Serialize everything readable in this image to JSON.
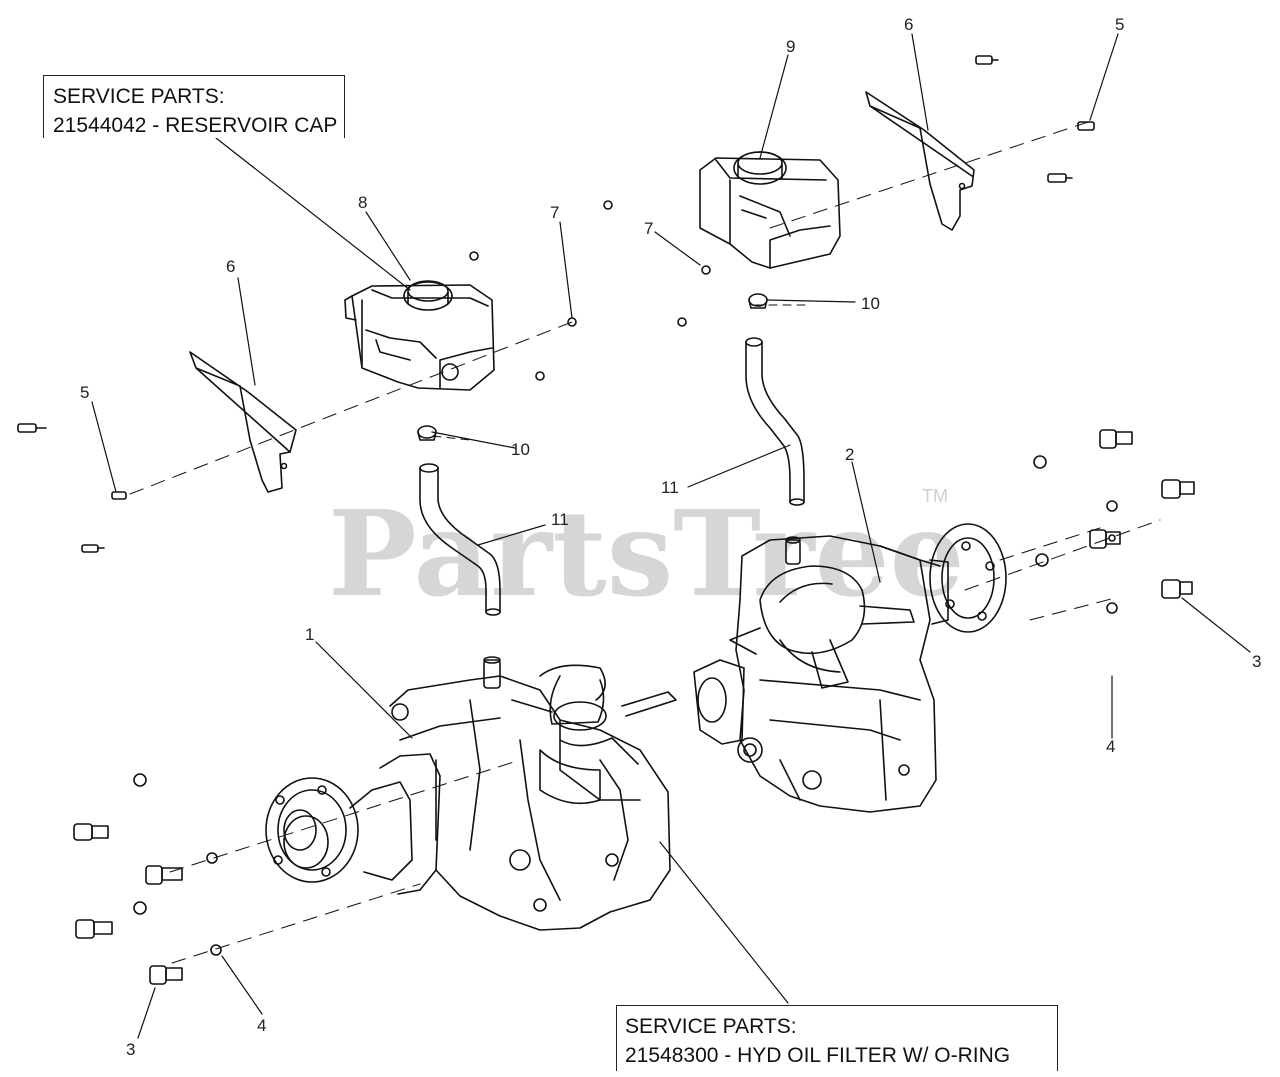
{
  "callouts": {
    "top": {
      "heading": "SERVICE PARTS:",
      "line": "21544042 - RESERVOIR CAP"
    },
    "bottom": {
      "heading": "SERVICE PARTS:",
      "line": "21548300 - HYD OIL FILTER W/ O-RING"
    }
  },
  "watermark": {
    "text": "PartsTree",
    "trademark": "TM"
  },
  "part_labels": {
    "l1": "1",
    "l2": "2",
    "l3a": "3",
    "l3b": "3",
    "l4a": "4",
    "l4b": "4",
    "l5a": "5",
    "l5b": "5",
    "l6a": "6",
    "l6b": "6",
    "l7a": "7",
    "l7b": "7",
    "l8": "8",
    "l9": "9",
    "l10a": "10",
    "l10b": "10",
    "l11a": "11",
    "l11b": "11"
  },
  "colors": {
    "line": "#111111",
    "watermark": "#d6d6d6"
  }
}
